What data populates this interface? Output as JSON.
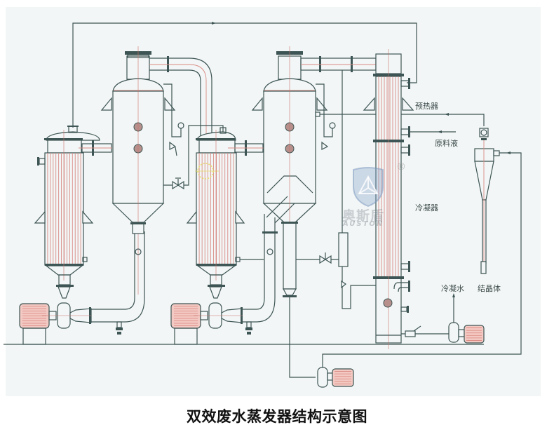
{
  "diagram": {
    "title": "双效废水蒸发器结构示意图",
    "labels": {
      "preheater": "预热器",
      "feed_liquid": "原料液",
      "condenser": "冷凝器",
      "condensate_water": "冷凝水",
      "crystal": "结晶体"
    },
    "watermark": {
      "brand_cn": "奥斯盾",
      "brand_en": "AUSTON",
      "registered": "®"
    },
    "components": [
      "heater-1",
      "separator-1",
      "circulation-pump-1",
      "heater-2",
      "separator-2",
      "circulation-pump-2",
      "preheater-condenser-column",
      "cyclone-crystallizer",
      "condensate-pump",
      "discharge-pump"
    ],
    "colors": {
      "line": "#3d5554",
      "tube": "#d88a84",
      "motor_fill": "#f3c9c3",
      "background": "#f3f6f6"
    }
  }
}
